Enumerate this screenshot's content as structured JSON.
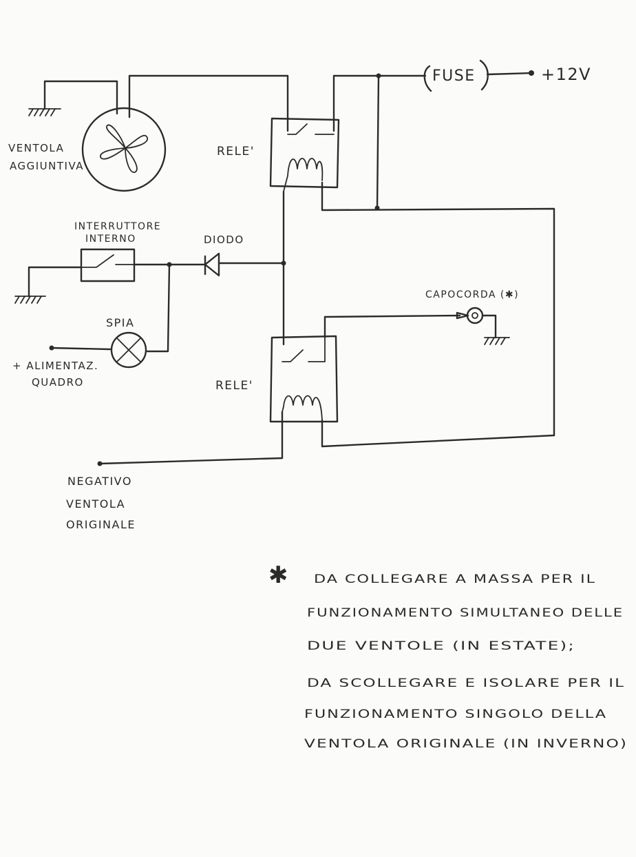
{
  "labels": {
    "fuse": "FUSE",
    "supply": "+12V",
    "fan_added": [
      "VENTOLA",
      "AGGIUNTIVA"
    ],
    "relay_top": "RELE'",
    "relay_bottom": "RELE'",
    "switch": [
      "INTERRUTTORE",
      "INTERNO"
    ],
    "diode": "DIODO",
    "lamp": "SPIA",
    "dash_supply": [
      "+ ALIMENTAZ.",
      "QUADRO"
    ],
    "terminal": "CAPOCORDA (✱)",
    "original_fan_negative": [
      "NEGATIVO",
      "VENTOLA",
      "ORIGINALE"
    ]
  },
  "note": {
    "marker": "✱",
    "lines": [
      "DA COLLEGARE A MASSA PER IL",
      "FUNZIONAMENTO SIMULTANEO DELLE",
      "DUE VENTOLE (IN ESTATE);",
      "DA SCOLLEGARE E ISOLARE PER IL",
      "FUNZIONAMENTO SINGOLO DELLA",
      "VENTOLA ORIGINALE (IN INVERNO)"
    ]
  },
  "colors": {
    "ink": "#2b2b2b",
    "paper": "#fbfbf9"
  }
}
